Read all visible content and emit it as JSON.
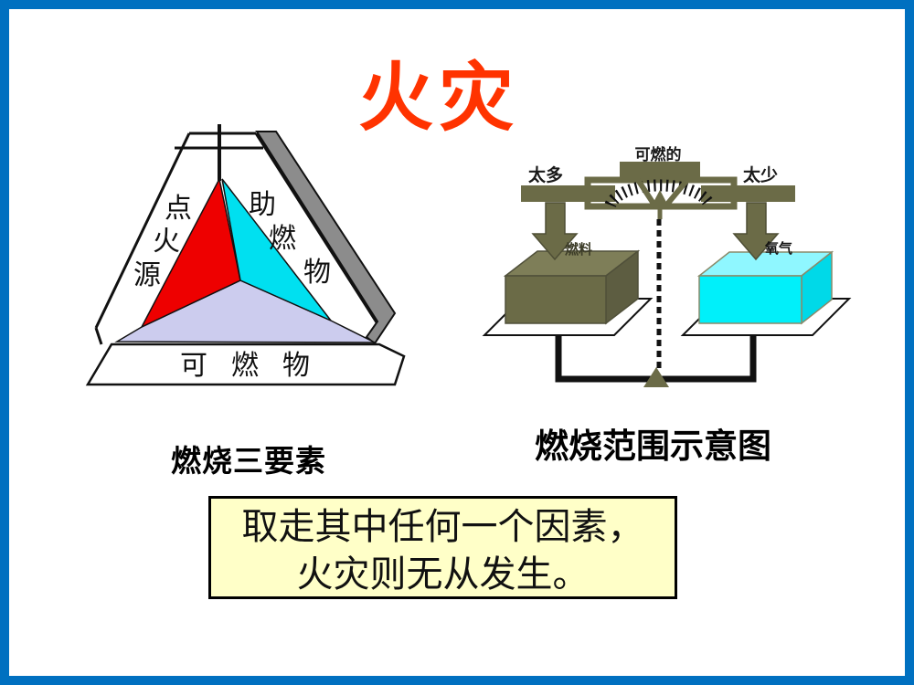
{
  "slide": {
    "title": "火灾",
    "title_color": "#FF3300",
    "border_color": "#0070C0",
    "background_color": "#FFFFFF"
  },
  "left_diagram": {
    "caption": "燃烧三要素",
    "ignition_label": "点火源",
    "oxidizer_label": "助燃物",
    "fuel_label": "可燃物",
    "colors": {
      "ignition": "#EE0000",
      "oxidizer": "#00E0F0",
      "fuel": "#CCCCEE",
      "shadow": "#8C8C8C"
    }
  },
  "right_diagram": {
    "caption": "燃烧范围示意图",
    "gauge_top_label": "可燃的",
    "too_much_label": "太多",
    "too_little_label": "太少",
    "fuel_box_label": "燃料",
    "oxygen_box_label": "氧气",
    "colors": {
      "olive": "#6B6B47",
      "oxygen_box": "#00F0FA"
    }
  },
  "note_box": {
    "line1": "取走其中任何一个因素，",
    "line2": "火灾则无从发生。",
    "background_color": "#FFFFC8"
  }
}
